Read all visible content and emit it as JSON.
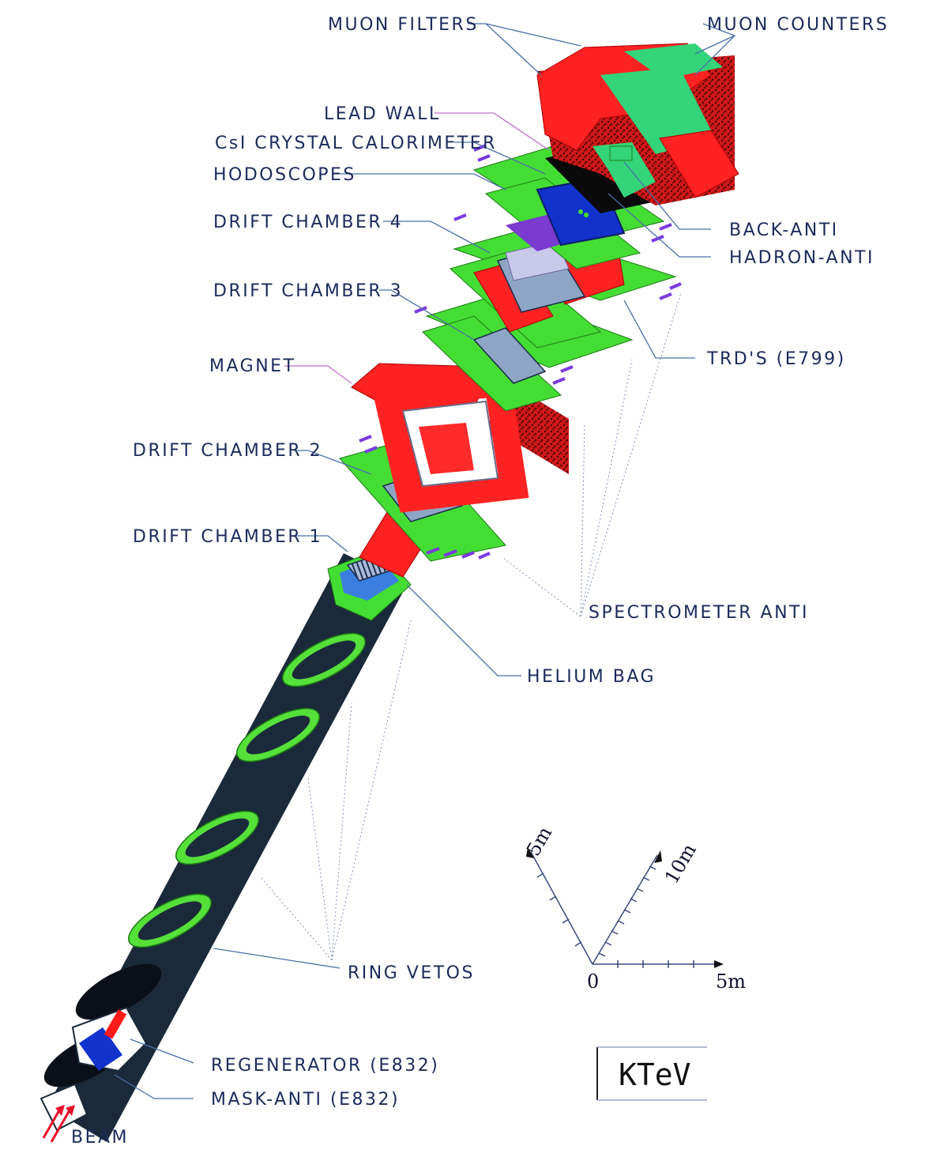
{
  "labels": {
    "muon_filters": "MUON FILTERS",
    "muon_counters": "MUON COUNTERS",
    "lead_wall": "LEAD WALL",
    "csi_calorimeter": "CsI CRYSTAL CALORIMETER",
    "hodoscopes": "HODOSCOPES",
    "drift_chamber_4": "DRIFT CHAMBER 4",
    "drift_chamber_3": "DRIFT CHAMBER 3",
    "magnet": "MAGNET",
    "drift_chamber_2": "DRIFT CHAMBER 2",
    "drift_chamber_1": "DRIFT CHAMBER 1",
    "back_anti": "BACK-ANTI",
    "hadron_anti": "HADRON-ANTI",
    "trds": "TRD'S (E799)",
    "spectrometer_anti": "SPECTROMETER ANTI",
    "helium_bag": "HELIUM BAG",
    "ring_vetos": "RING VETOS",
    "regenerator": "REGENERATOR (E832)",
    "mask_anti": "MASK-ANTI (E832)",
    "beam": "BEAM"
  },
  "scale": {
    "origin": "0",
    "up_left": "5m",
    "up_right": "10m",
    "right": "5m"
  },
  "logo": "KTeV",
  "colors": {
    "label_text": "#1b2a5c",
    "pipe": "#1b2a3a",
    "veto_green": "#44dd33",
    "red_blocks": "#ff2222",
    "calorimeter_blue": "#1133cc",
    "purple_accents": "#7a3be0",
    "beam_arrow": "#e8102a"
  }
}
